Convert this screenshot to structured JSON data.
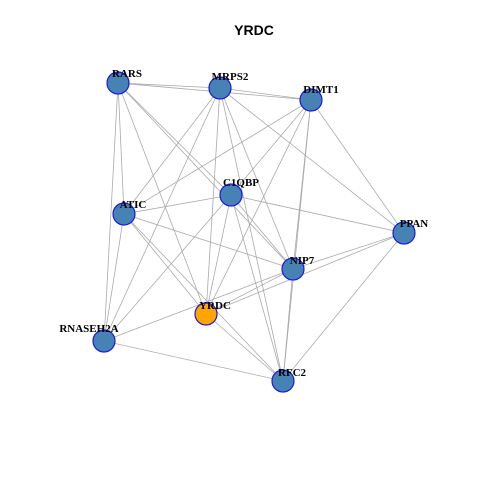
{
  "title": "YRDC",
  "colors": {
    "node_fill": "#4682b4",
    "highlight_fill": "#ffa500",
    "node_stroke": "#1a1adf",
    "edge": "#aaaaaa"
  },
  "nodes": [
    {
      "id": "RARS",
      "label": "RARS",
      "highlight": false
    },
    {
      "id": "MRPS2",
      "label": "MRPS2",
      "highlight": false
    },
    {
      "id": "DIMT1",
      "label": "DIMT1",
      "highlight": false
    },
    {
      "id": "C1QBP",
      "label": "C1QBP",
      "highlight": false
    },
    {
      "id": "ATIC",
      "label": "ATIC",
      "highlight": false
    },
    {
      "id": "PPAN",
      "label": "PPAN",
      "highlight": false
    },
    {
      "id": "NIP7",
      "label": "NIP7",
      "highlight": false
    },
    {
      "id": "YRDC",
      "label": "YRDC",
      "highlight": true
    },
    {
      "id": "RNASEH2A",
      "label": "RNASEH2A",
      "highlight": false
    },
    {
      "id": "RFC2",
      "label": "RFC2",
      "highlight": false
    }
  ],
  "edges": [
    [
      "RARS",
      "MRPS2"
    ],
    [
      "RARS",
      "DIMT1"
    ],
    [
      "RARS",
      "C1QBP"
    ],
    [
      "RARS",
      "NIP7"
    ],
    [
      "RARS",
      "YRDC"
    ],
    [
      "RARS",
      "RNASEH2A"
    ],
    [
      "RARS",
      "ATIC"
    ],
    [
      "MRPS2",
      "DIMT1"
    ],
    [
      "MRPS2",
      "PPAN"
    ],
    [
      "MRPS2",
      "NIP7"
    ],
    [
      "MRPS2",
      "YRDC"
    ],
    [
      "MRPS2",
      "RNASEH2A"
    ],
    [
      "MRPS2",
      "ATIC"
    ],
    [
      "MRPS2",
      "RFC2"
    ],
    [
      "DIMT1",
      "ATIC"
    ],
    [
      "DIMT1",
      "C1QBP"
    ],
    [
      "DIMT1",
      "PPAN"
    ],
    [
      "DIMT1",
      "NIP7"
    ],
    [
      "DIMT1",
      "RFC2"
    ],
    [
      "DIMT1",
      "YRDC"
    ],
    [
      "C1QBP",
      "ATIC"
    ],
    [
      "C1QBP",
      "PPAN"
    ],
    [
      "C1QBP",
      "NIP7"
    ],
    [
      "C1QBP",
      "YRDC"
    ],
    [
      "C1QBP",
      "RNASEH2A"
    ],
    [
      "C1QBP",
      "RFC2"
    ],
    [
      "ATIC",
      "NIP7"
    ],
    [
      "ATIC",
      "YRDC"
    ],
    [
      "ATIC",
      "RNASEH2A"
    ],
    [
      "ATIC",
      "RFC2"
    ],
    [
      "PPAN",
      "NIP7"
    ],
    [
      "PPAN",
      "YRDC"
    ],
    [
      "PPAN",
      "RFC2"
    ],
    [
      "NIP7",
      "YRDC"
    ],
    [
      "NIP7",
      "RFC2"
    ],
    [
      "NIP7",
      "RNASEH2A"
    ],
    [
      "YRDC",
      "RFC2"
    ],
    [
      "RNASEH2A",
      "RFC2"
    ]
  ]
}
